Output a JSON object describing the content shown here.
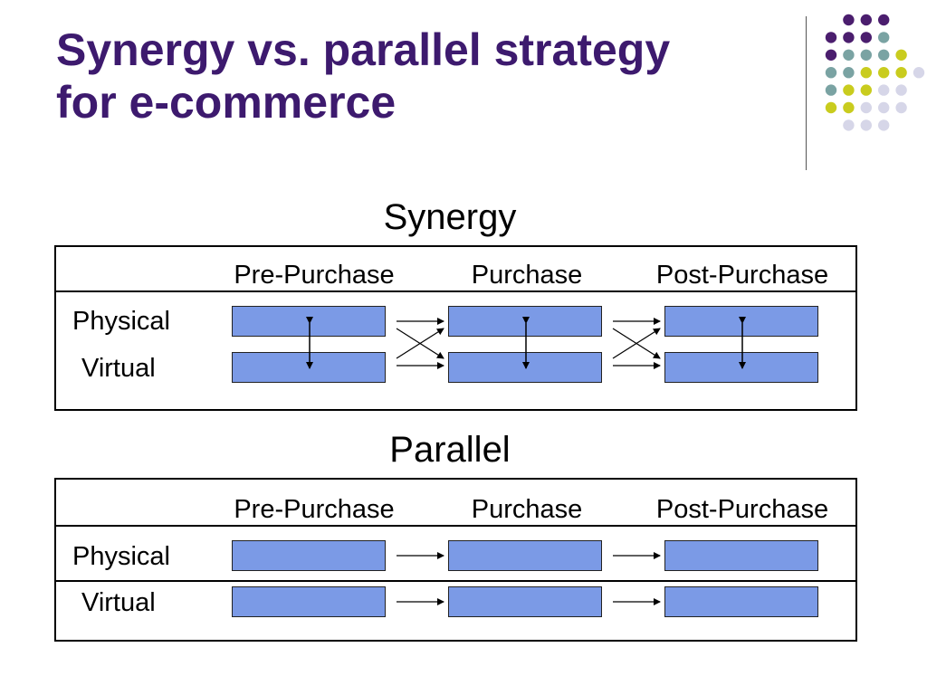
{
  "title": {
    "line1": "Synergy vs. parallel strategy",
    "line2": "for e-commerce"
  },
  "colors": {
    "title": "#3d1a6e",
    "box_fill": "#7b9ae6",
    "dot_purple": "#4b1e6e",
    "dot_teal": "#7aa3a3",
    "dot_yellow": "#c9cc1e",
    "dot_lavender": "#d6d6e8"
  },
  "synergy": {
    "heading": "Synergy",
    "stages": [
      "Pre-Purchase",
      "Purchase",
      "Post-Purchase"
    ],
    "rows": [
      "Physical",
      "Virtual"
    ]
  },
  "parallel": {
    "heading": "Parallel",
    "stages": [
      "Pre-Purchase",
      "Purchase",
      "Post-Purchase"
    ],
    "rows": [
      "Physical",
      "Virtual"
    ]
  }
}
